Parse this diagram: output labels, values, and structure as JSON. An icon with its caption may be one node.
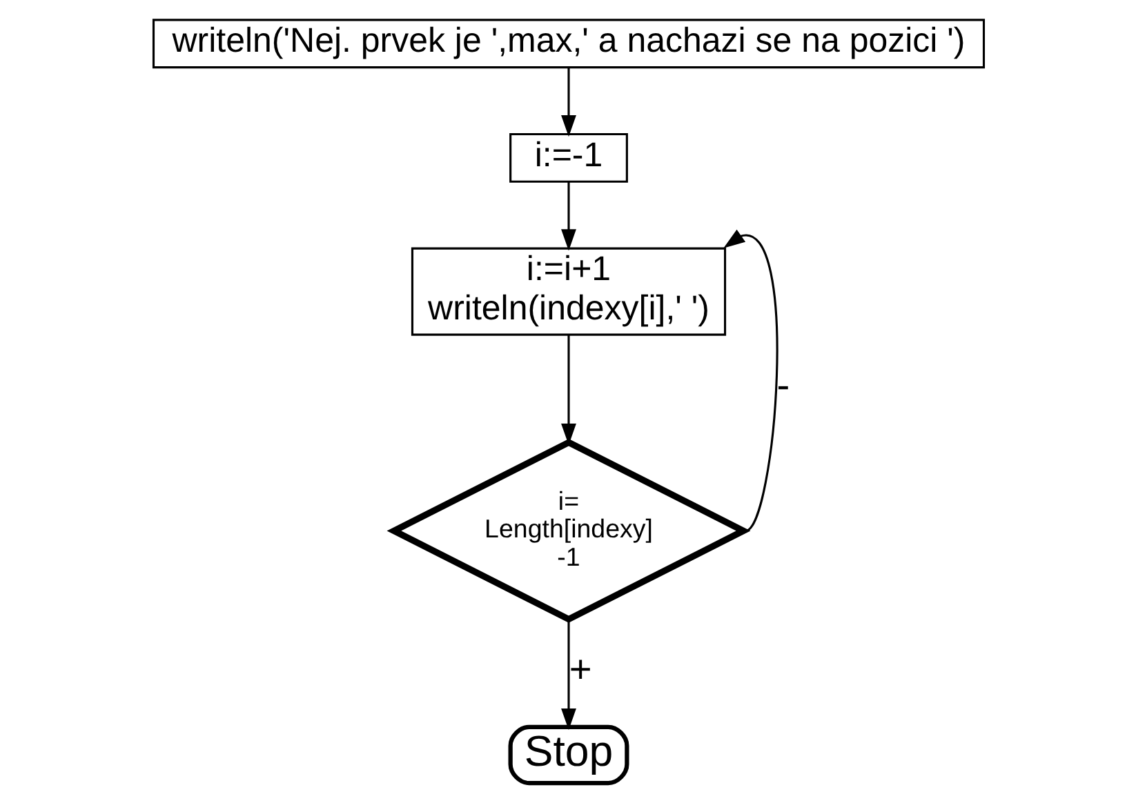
{
  "diagram": {
    "nodes": [
      {
        "text": [
          "writeln('Nej. prvek je ',max,' a nachazi se na pozici ')"
        ]
      },
      {
        "text": [
          "i:=-1"
        ]
      },
      {
        "text": [
          "i:=i+1",
          "writeln(indexy[i],' ')"
        ]
      },
      {
        "text": [
          "i= Length[indexy] -1"
        ]
      },
      {
        "text": [
          "Stop"
        ]
      }
    ],
    "edges": [
      {
        "from": 0,
        "to": 1,
        "arrow": "to"
      },
      {
        "from": 1,
        "to": 2,
        "arrow": "to"
      },
      {
        "from": 2,
        "to": 3,
        "arrow": "to"
      },
      {
        "from": 3,
        "to": 2,
        "arrow": "to",
        "label": "-"
      },
      {
        "from": 3,
        "to": 4,
        "arrow": "to",
        "label": "+"
      }
    ]
  }
}
